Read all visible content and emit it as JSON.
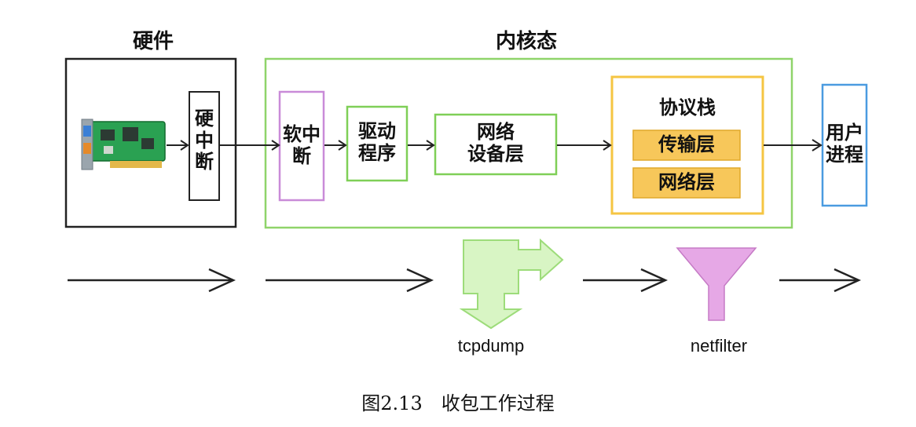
{
  "sections": {
    "hardware": "硬件",
    "kernel": "内核态"
  },
  "nodes": {
    "hw_interrupt": "硬\n中\n断",
    "soft_interrupt": "软中\n断",
    "driver": "驱动\n程序",
    "net_device": "网络\n设备层",
    "protocol_stack": "协议栈",
    "transport": "传输层",
    "network": "网络层",
    "user_process": "用户\n进程"
  },
  "tools": {
    "tcpdump": "tcpdump",
    "netfilter": "netfilter"
  },
  "caption": "图2.13　收包工作过程",
  "colors": {
    "kernel_border": "#8fd46a",
    "driver_border": "#7fcf57",
    "soft_irq_border": "#c98bd8",
    "stack_border": "#f5c542",
    "layer_fill": "#f7c75a",
    "user_border": "#4a9be0",
    "tcpdump_fill": "#d8f5c4",
    "netfilter_fill": "#e6a8e6"
  }
}
